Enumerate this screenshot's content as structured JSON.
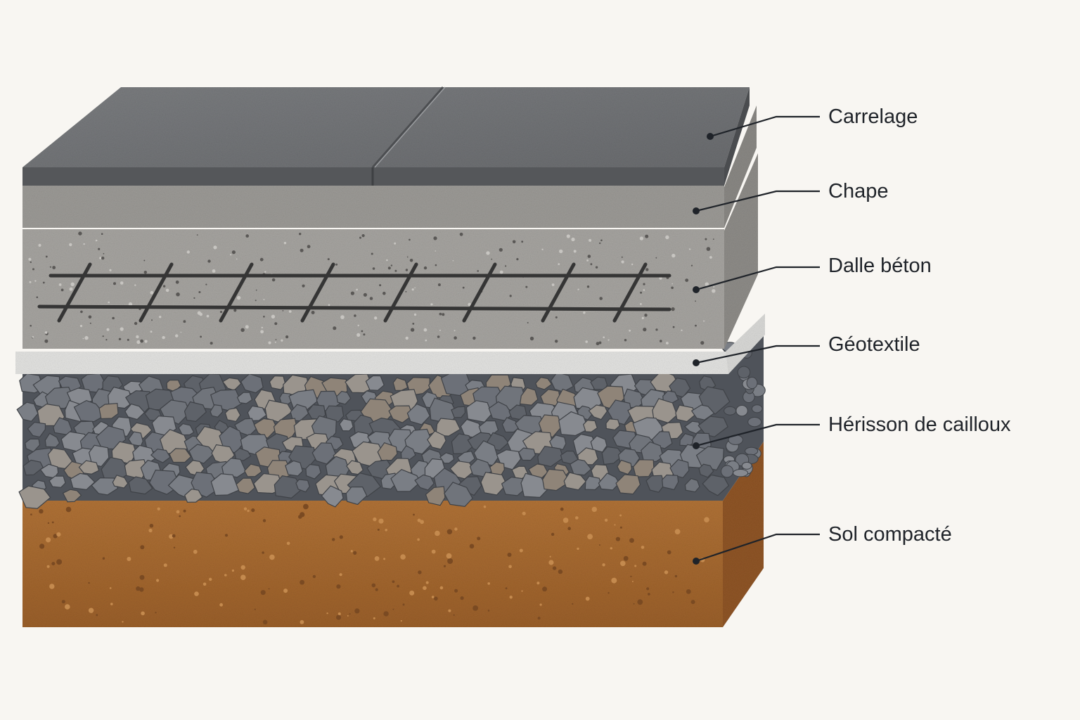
{
  "layers": [
    {
      "key": "carrelage",
      "label": "Carrelage"
    },
    {
      "key": "chape",
      "label": "Chape"
    },
    {
      "key": "dalle",
      "label": "Dalle béton"
    },
    {
      "key": "geotextile",
      "label": "Géotextile"
    },
    {
      "key": "herisson",
      "label": "Hérisson de cailloux"
    },
    {
      "key": "sol",
      "label": "Sol compacté"
    }
  ],
  "colors": {
    "background": "#f8f6f2",
    "tile": "#6d6f72",
    "screed": "#9a9894",
    "concrete": "#a5a39f",
    "rebar": "#3a3a3a",
    "geotextile": "#dcdcda",
    "gravel": "#6f737a",
    "soil": "#a9692f",
    "leader": "#1f2329"
  }
}
